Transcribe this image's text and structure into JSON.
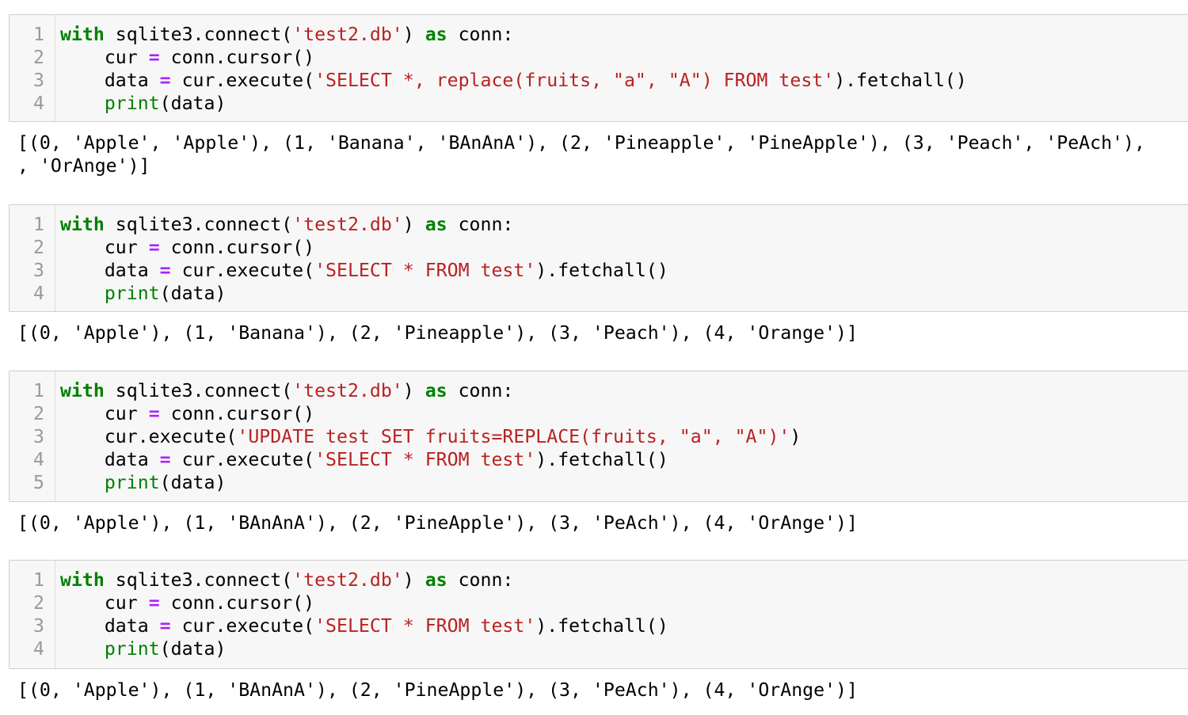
{
  "cells": [
    {
      "line_numbers": [
        "1",
        "2",
        "3",
        "4"
      ],
      "code": [
        [
          {
            "t": "kw",
            "v": "with"
          },
          {
            "t": "",
            "v": " sqlite3.connect("
          },
          {
            "t": "str",
            "v": "'test2.db'"
          },
          {
            "t": "",
            "v": ") "
          },
          {
            "t": "kw",
            "v": "as"
          },
          {
            "t": "",
            "v": " conn:"
          }
        ],
        [
          {
            "t": "",
            "v": "    cur "
          },
          {
            "t": "op",
            "v": "="
          },
          {
            "t": "",
            "v": " conn.cursor()"
          }
        ],
        [
          {
            "t": "",
            "v": "    data "
          },
          {
            "t": "op",
            "v": "="
          },
          {
            "t": "",
            "v": " cur.execute("
          },
          {
            "t": "str",
            "v": "'SELECT *, replace(fruits, \"a\", \"A\") FROM test'"
          },
          {
            "t": "",
            "v": ").fetchall()"
          }
        ],
        [
          {
            "t": "",
            "v": "    "
          },
          {
            "t": "bi",
            "v": "print"
          },
          {
            "t": "",
            "v": "(data)"
          }
        ]
      ],
      "output": [
        "[(0, 'Apple', 'Apple'), (1, 'Banana', 'BAnAnA'), (2, 'Pineapple', 'PineApple'), (3, 'Peach', 'PeAch'),",
        ", 'OrAnge')]"
      ]
    },
    {
      "line_numbers": [
        "1",
        "2",
        "3",
        "4"
      ],
      "code": [
        [
          {
            "t": "kw",
            "v": "with"
          },
          {
            "t": "",
            "v": " sqlite3.connect("
          },
          {
            "t": "str",
            "v": "'test2.db'"
          },
          {
            "t": "",
            "v": ") "
          },
          {
            "t": "kw",
            "v": "as"
          },
          {
            "t": "",
            "v": " conn:"
          }
        ],
        [
          {
            "t": "",
            "v": "    cur "
          },
          {
            "t": "op",
            "v": "="
          },
          {
            "t": "",
            "v": " conn.cursor()"
          }
        ],
        [
          {
            "t": "",
            "v": "    data "
          },
          {
            "t": "op",
            "v": "="
          },
          {
            "t": "",
            "v": " cur.execute("
          },
          {
            "t": "str",
            "v": "'SELECT * FROM test'"
          },
          {
            "t": "",
            "v": ").fetchall()"
          }
        ],
        [
          {
            "t": "",
            "v": "    "
          },
          {
            "t": "bi",
            "v": "print"
          },
          {
            "t": "",
            "v": "(data)"
          }
        ]
      ],
      "output": [
        "[(0, 'Apple'), (1, 'Banana'), (2, 'Pineapple'), (3, 'Peach'), (4, 'Orange')]"
      ]
    },
    {
      "line_numbers": [
        "1",
        "2",
        "3",
        "4",
        "5"
      ],
      "code": [
        [
          {
            "t": "kw",
            "v": "with"
          },
          {
            "t": "",
            "v": " sqlite3.connect("
          },
          {
            "t": "str",
            "v": "'test2.db'"
          },
          {
            "t": "",
            "v": ") "
          },
          {
            "t": "kw",
            "v": "as"
          },
          {
            "t": "",
            "v": " conn:"
          }
        ],
        [
          {
            "t": "",
            "v": "    cur "
          },
          {
            "t": "op",
            "v": "="
          },
          {
            "t": "",
            "v": " conn.cursor()"
          }
        ],
        [
          {
            "t": "",
            "v": "    cur.execute("
          },
          {
            "t": "str",
            "v": "'UPDATE test SET fruits=REPLACE(fruits, \"a\", \"A\")'"
          },
          {
            "t": "",
            "v": ")"
          }
        ],
        [
          {
            "t": "",
            "v": "    data "
          },
          {
            "t": "op",
            "v": "="
          },
          {
            "t": "",
            "v": " cur.execute("
          },
          {
            "t": "str",
            "v": "'SELECT * FROM test'"
          },
          {
            "t": "",
            "v": ").fetchall()"
          }
        ],
        [
          {
            "t": "",
            "v": "    "
          },
          {
            "t": "bi",
            "v": "print"
          },
          {
            "t": "",
            "v": "(data)"
          }
        ]
      ],
      "output": [
        "[(0, 'Apple'), (1, 'BAnAnA'), (2, 'PineApple'), (3, 'PeAch'), (4, 'OrAnge')]"
      ]
    },
    {
      "line_numbers": [
        "1",
        "2",
        "3",
        "4"
      ],
      "code": [
        [
          {
            "t": "kw",
            "v": "with"
          },
          {
            "t": "",
            "v": " sqlite3.connect("
          },
          {
            "t": "str",
            "v": "'test2.db'"
          },
          {
            "t": "",
            "v": ") "
          },
          {
            "t": "kw",
            "v": "as"
          },
          {
            "t": "",
            "v": " conn:"
          }
        ],
        [
          {
            "t": "",
            "v": "    cur "
          },
          {
            "t": "op",
            "v": "="
          },
          {
            "t": "",
            "v": " conn.cursor()"
          }
        ],
        [
          {
            "t": "",
            "v": "    data "
          },
          {
            "t": "op",
            "v": "="
          },
          {
            "t": "",
            "v": " cur.execute("
          },
          {
            "t": "str",
            "v": "'SELECT * FROM test'"
          },
          {
            "t": "",
            "v": ").fetchall()"
          }
        ],
        [
          {
            "t": "",
            "v": "    "
          },
          {
            "t": "bi",
            "v": "print"
          },
          {
            "t": "",
            "v": "(data)"
          }
        ]
      ],
      "output": [
        "[(0, 'Apple'), (1, 'BAnAnA'), (2, 'PineApple'), (3, 'PeAch'), (4, 'OrAnge')]"
      ]
    }
  ]
}
